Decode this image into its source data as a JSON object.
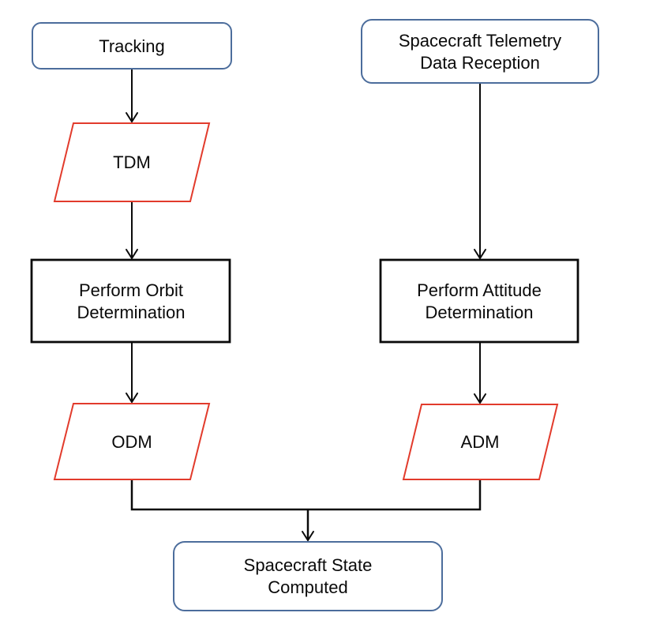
{
  "diagram": {
    "colors": {
      "terminator_border": "#4c6d9c",
      "data_border": "#e23b2c",
      "process_border": "#0a0a0a",
      "connector": "#0a0a0a",
      "text_color": "#0a0a0a",
      "background": "#ffffff"
    },
    "nodes": {
      "tracking": {
        "shape": "rounded-rectangle",
        "label": "Tracking"
      },
      "telemetry": {
        "shape": "rounded-rectangle",
        "line1": "Spacecraft Telemetry",
        "line2": "Data Reception"
      },
      "tdm": {
        "shape": "parallelogram",
        "label": "TDM"
      },
      "orbit": {
        "shape": "rectangle",
        "line1": "Perform Orbit",
        "line2": "Determination"
      },
      "attitude": {
        "shape": "rectangle",
        "line1": "Perform Attitude",
        "line2": "Determination"
      },
      "odm": {
        "shape": "parallelogram",
        "label": "ODM"
      },
      "adm": {
        "shape": "parallelogram",
        "label": "ADM"
      },
      "state": {
        "shape": "rounded-rectangle",
        "line1": "Spacecraft State",
        "line2": "Computed"
      }
    },
    "edges": [
      {
        "from": "tracking",
        "to": "tdm"
      },
      {
        "from": "tdm",
        "to": "orbit"
      },
      {
        "from": "orbit",
        "to": "odm"
      },
      {
        "from": "telemetry",
        "to": "attitude"
      },
      {
        "from": "attitude",
        "to": "adm"
      },
      {
        "from": "odm",
        "to": "state"
      },
      {
        "from": "adm",
        "to": "state"
      }
    ]
  }
}
